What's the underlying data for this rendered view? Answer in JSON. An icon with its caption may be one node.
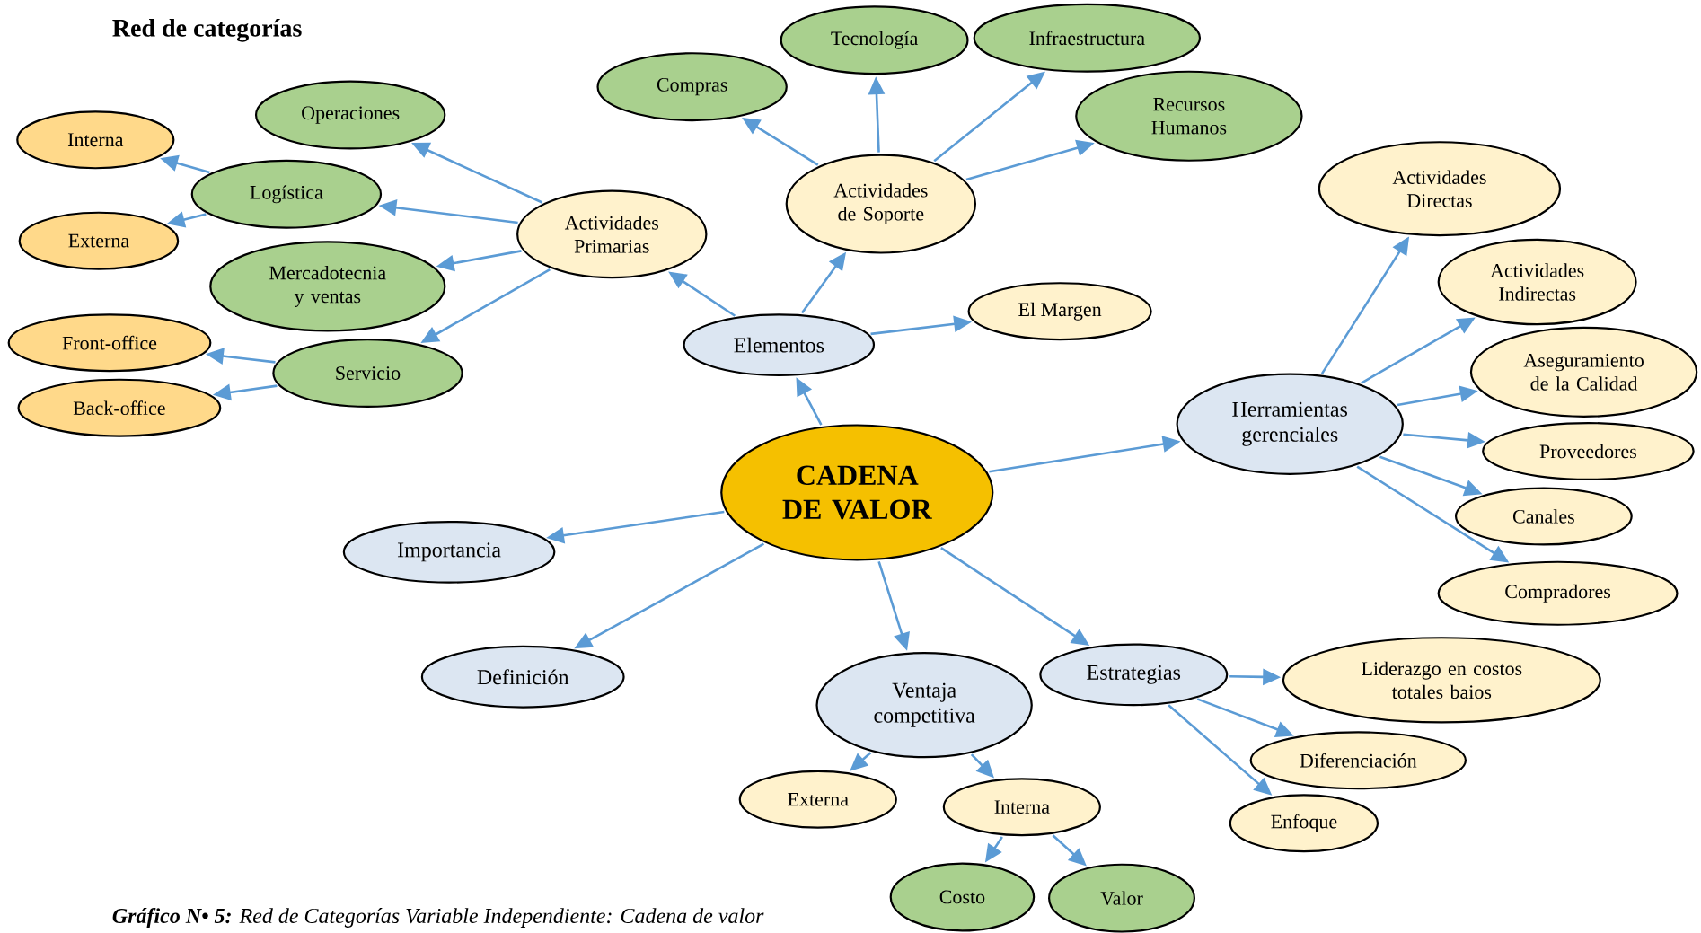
{
  "diagram": {
    "title": "Red de categorías",
    "caption": "**Gráfico N• 5:** Red de Categorías Variable Independiente: Cadena de valor",
    "nodes": [
      {
        "text": [
          "CADENA DE VALOR"
        ]
      },
      {
        "text": [
          "Elementos"
        ]
      },
      {
        "text": [
          "Actividades Primarias"
        ]
      },
      {
        "text": [
          "Actividades de Soporte"
        ]
      },
      {
        "text": [
          "El Margen"
        ]
      },
      {
        "text": [
          "Operaciones"
        ]
      },
      {
        "text": [
          "Logística"
        ]
      },
      {
        "text": [
          "Interna"
        ]
      },
      {
        "text": [
          "Externa"
        ]
      },
      {
        "text": [
          "Mercadotecnia y ventas"
        ]
      },
      {
        "text": [
          "Servicio"
        ]
      },
      {
        "text": [
          "Front-office"
        ]
      },
      {
        "text": [
          "Back-office"
        ]
      },
      {
        "text": [
          "Compras"
        ]
      },
      {
        "text": [
          "Tecnología"
        ]
      },
      {
        "text": [
          "Infraestructura"
        ]
      },
      {
        "text": [
          "Recursos Humanos"
        ]
      },
      {
        "text": [
          "Herramientas gerenciales"
        ]
      },
      {
        "text": [
          "Actividades Directas"
        ]
      },
      {
        "text": [
          "Actividades Indirectas"
        ]
      },
      {
        "text": [
          "Aseguramiento de la Calidad"
        ]
      },
      {
        "text": [
          "Proveedores"
        ]
      },
      {
        "text": [
          "Canales"
        ]
      },
      {
        "text": [
          "Compradores"
        ]
      },
      {
        "text": [
          "Importancia"
        ]
      },
      {
        "text": [
          "Definición"
        ]
      },
      {
        "text": [
          "Ventaja competitiva"
        ]
      },
      {
        "text": [
          "Externa"
        ]
      },
      {
        "text": [
          "Interna"
        ]
      },
      {
        "text": [
          "Costo"
        ]
      },
      {
        "text": [
          "Valor"
        ]
      },
      {
        "text": [
          "Estrategias"
        ]
      },
      {
        "text": [
          "Liderazgo en costos totales baios"
        ]
      },
      {
        "text": [
          "Diferenciación"
        ]
      },
      {
        "text": [
          "Enfoque"
        ]
      }
    ],
    "edges": [
      {
        "from": 0,
        "to": 1,
        "arrow": "to"
      },
      {
        "from": 1,
        "to": 2,
        "arrow": "to"
      },
      {
        "from": 1,
        "to": 3,
        "arrow": "to"
      },
      {
        "from": 1,
        "to": 4,
        "arrow": "to"
      },
      {
        "from": 2,
        "to": 5,
        "arrow": "to"
      },
      {
        "from": 2,
        "to": 6,
        "arrow": "to"
      },
      {
        "from": 2,
        "to": 9,
        "arrow": "to"
      },
      {
        "from": 2,
        "to": 10,
        "arrow": "to"
      },
      {
        "from": 6,
        "to": 7,
        "arrow": "to"
      },
      {
        "from": 6,
        "to": 8,
        "arrow": "to"
      },
      {
        "from": 10,
        "to": 11,
        "arrow": "to"
      },
      {
        "from": 10,
        "to": 12,
        "arrow": "to"
      },
      {
        "from": 3,
        "to": 13,
        "arrow": "to"
      },
      {
        "from": 3,
        "to": 14,
        "arrow": "to"
      },
      {
        "from": 3,
        "to": 15,
        "arrow": "to"
      },
      {
        "from": 3,
        "to": 16,
        "arrow": "to"
      },
      {
        "from": 0,
        "to": 17,
        "arrow": "to"
      },
      {
        "from": 17,
        "to": 18,
        "arrow": "to"
      },
      {
        "from": 17,
        "to": 19,
        "arrow": "to"
      },
      {
        "from": 17,
        "to": 20,
        "arrow": "to"
      },
      {
        "from": 17,
        "to": 21,
        "arrow": "to"
      },
      {
        "from": 17,
        "to": 22,
        "arrow": "to"
      },
      {
        "from": 17,
        "to": 23,
        "arrow": "to"
      },
      {
        "from": 0,
        "to": 24,
        "arrow": "to"
      },
      {
        "from": 0,
        "to": 25,
        "arrow": "to"
      },
      {
        "from": 0,
        "to": 26,
        "arrow": "to"
      },
      {
        "from": 26,
        "to": 27,
        "arrow": "to"
      },
      {
        "from": 26,
        "to": 28,
        "arrow": "to"
      },
      {
        "from": 28,
        "to": 29,
        "arrow": "to"
      },
      {
        "from": 28,
        "to": 30,
        "arrow": "to"
      },
      {
        "from": 0,
        "to": 31,
        "arrow": "to"
      },
      {
        "from": 31,
        "to": 32,
        "arrow": "to"
      },
      {
        "from": 31,
        "to": 33,
        "arrow": "to"
      },
      {
        "from": 31,
        "to": 34,
        "arrow": "to"
      }
    ]
  }
}
